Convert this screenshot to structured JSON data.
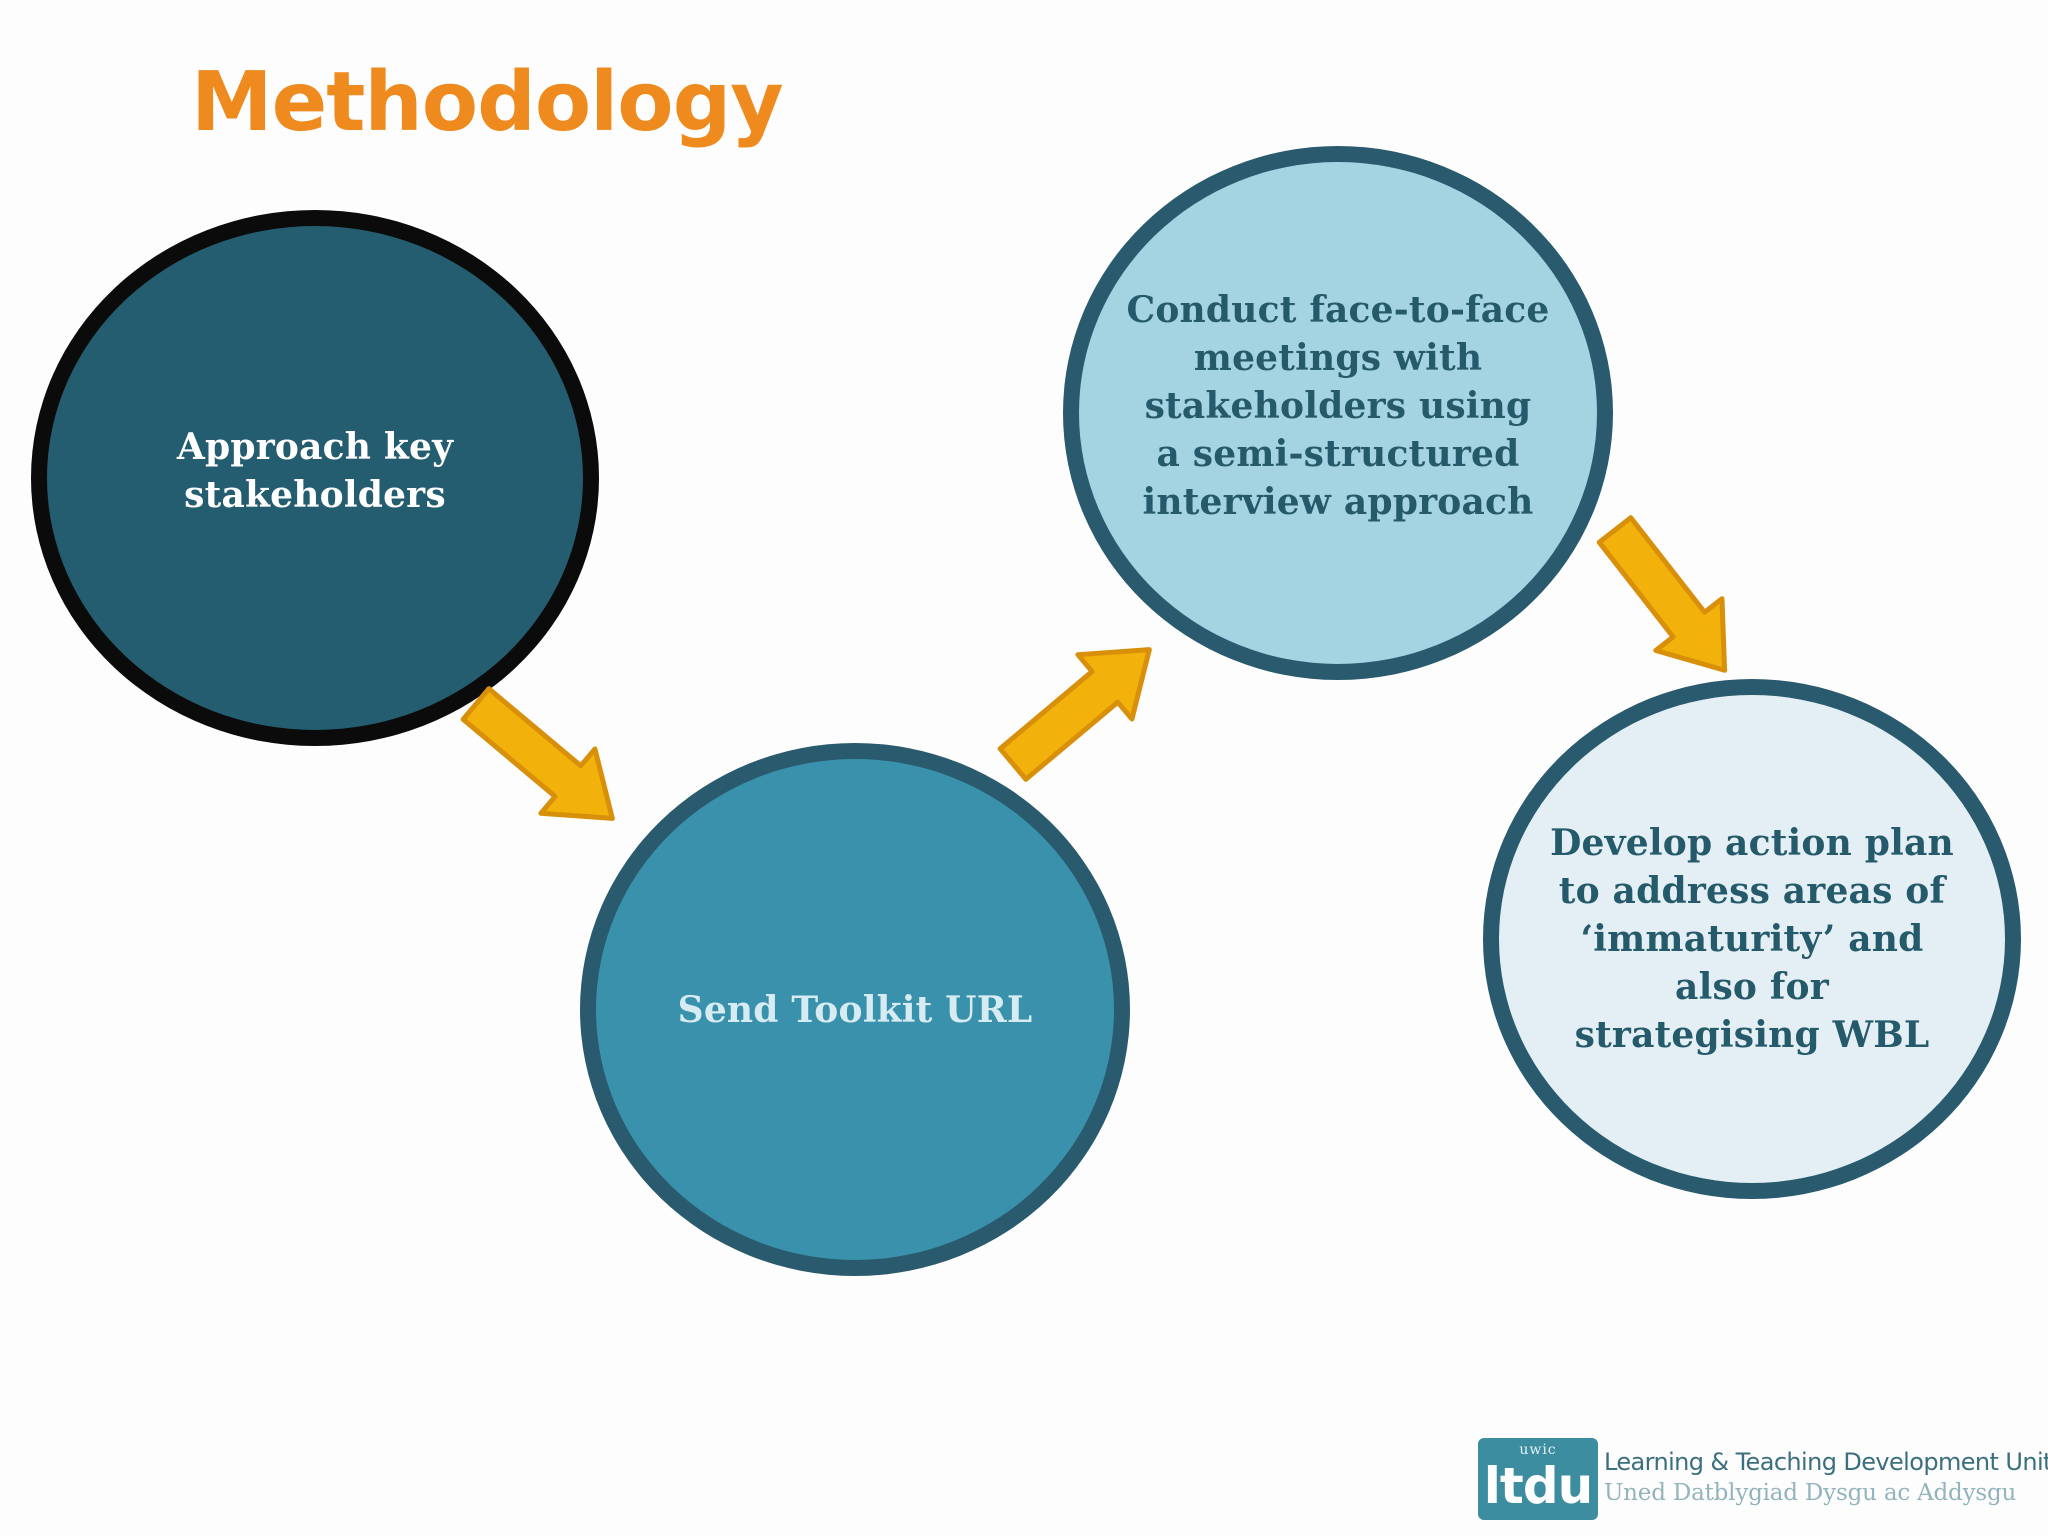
{
  "slide": {
    "title": "Methodology",
    "steps": [
      {
        "text": "Approach key\nstakeholders"
      },
      {
        "text": "Send Toolkit URL"
      },
      {
        "text": "Conduct face-to-face\nmeetings with\nstakeholders using\na semi-structured\ninterview approach"
      },
      {
        "text": "Develop action plan\nto address areas of\n‘immaturity’ and\nalso for\nstrategising WBL"
      }
    ]
  },
  "logo": {
    "badge_small": "uwic",
    "badge_big": "ltdu",
    "line1": "Learning & Teaching Development Unit",
    "line2": "Uned Datblygiad Dysgu ac Addysgu"
  },
  "colors": {
    "title": "#ee8a1e",
    "arrow_fill": "#f2b10b",
    "arrow_stroke": "#d8900a",
    "circle_dark": "#245d70",
    "circle_mid": "#3a91ac",
    "circle_light": "#a4d4e2",
    "circle_pale": "#e3eff5",
    "border_teal": "#2a5a6e"
  }
}
